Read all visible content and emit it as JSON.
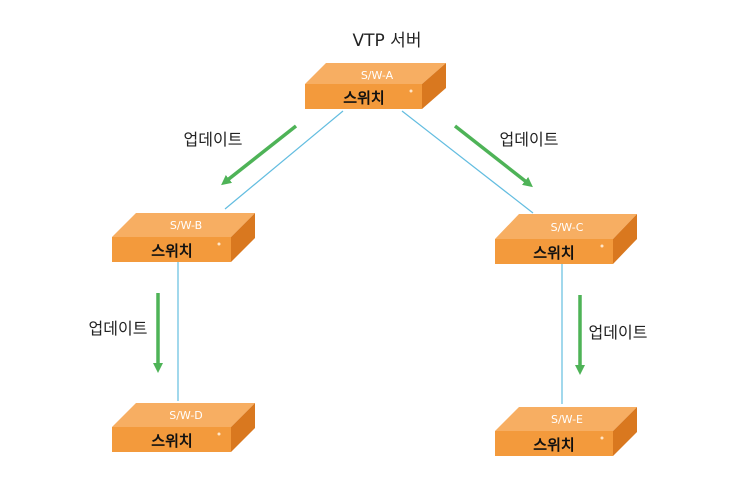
{
  "title": "VTP 서버",
  "update_label": "업데이트",
  "switches": [
    {
      "id": "a",
      "name": "S/W-A",
      "label": "스위치"
    },
    {
      "id": "b",
      "name": "S/W-B",
      "label": "스위치"
    },
    {
      "id": "c",
      "name": "S/W-C",
      "label": "스위치"
    },
    {
      "id": "d",
      "name": "S/W-D",
      "label": "스위치"
    },
    {
      "id": "e",
      "name": "S/W-E",
      "label": "스위치"
    }
  ],
  "colors": {
    "switch_top": "#F7AE62",
    "switch_front": "#F39A3C",
    "switch_side": "#D9781F",
    "link": "#63BDE0",
    "arrow": "#4EB357",
    "text": "#222222"
  }
}
